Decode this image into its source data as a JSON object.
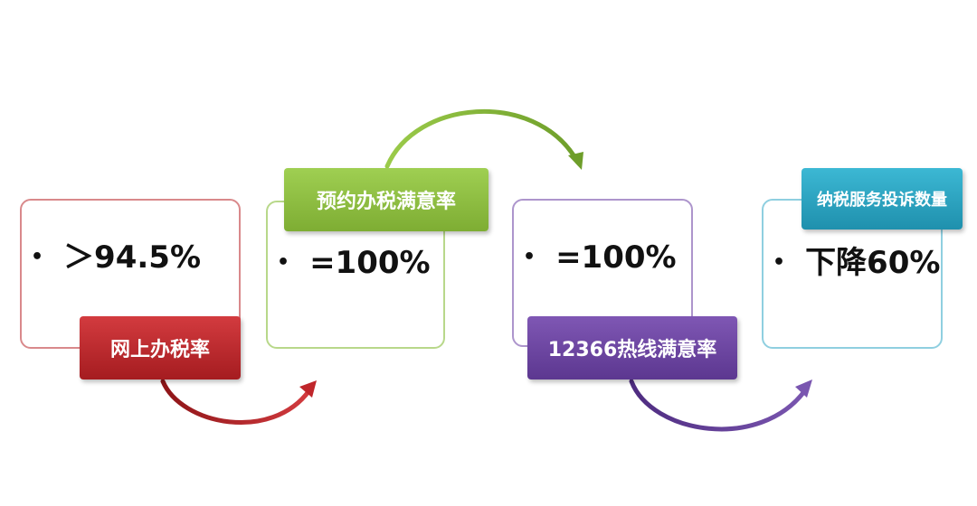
{
  "steps": [
    {
      "value": "＞94.5%",
      "label": "网上办税率",
      "color": "#c0262b"
    },
    {
      "value": "=100%",
      "label": "预约办税满意率",
      "color": "#8cbf3f"
    },
    {
      "value": "=100%",
      "label": "12366热线满意率",
      "color": "#6e45a0"
    },
    {
      "value": "下降60%",
      "label": "纳税服务投诉数量",
      "color": "#2aa6c3"
    }
  ],
  "bullet": "•"
}
